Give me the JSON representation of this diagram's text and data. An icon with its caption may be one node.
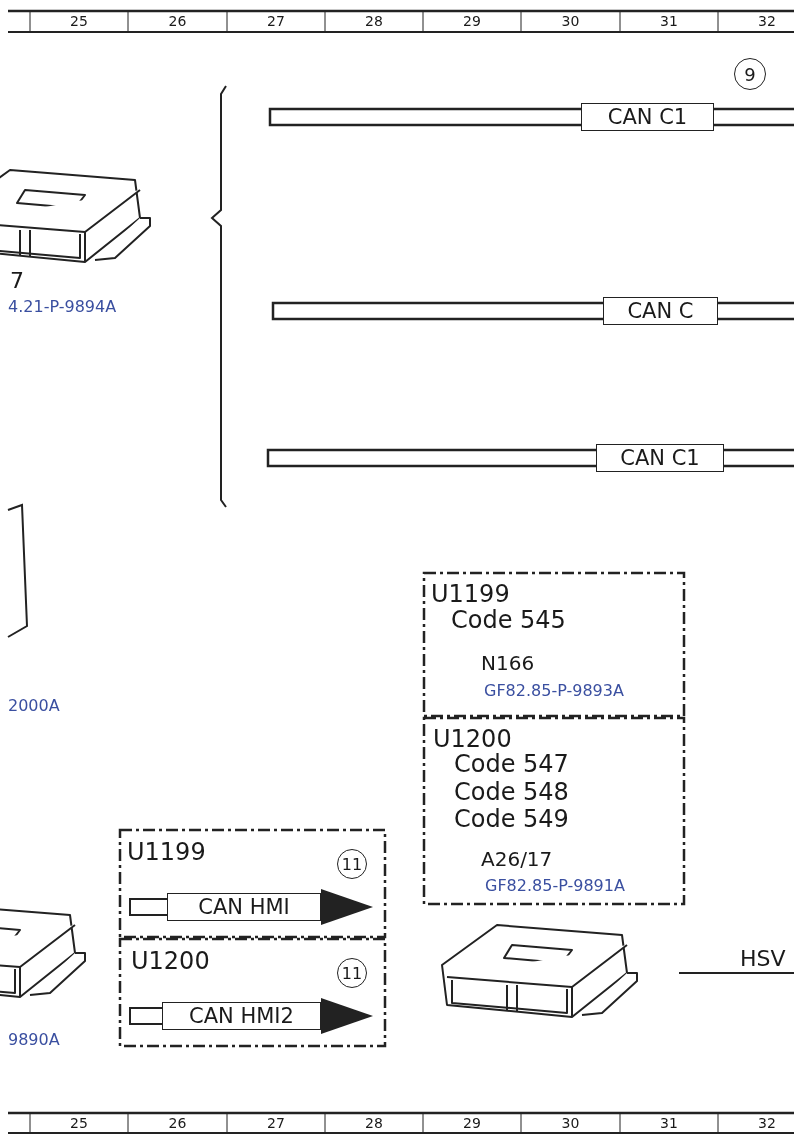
{
  "diagram": {
    "nodes": [
      {
        "text": [
          "9"
        ]
      },
      {
        "text": [
          "CAN C1"
        ]
      },
      {
        "text": [
          "CAN C"
        ]
      },
      {
        "text": [
          "CAN C1"
        ]
      },
      {
        "text": [
          "U1199",
          "Code 545",
          "N166",
          "GF82.85-P-9893A"
        ]
      },
      {
        "text": [
          "U1200",
          "Code 547",
          "Code 548",
          "Code 549",
          "A26/17",
          "GF82.85-P-9891A"
        ]
      },
      {
        "text": [
          "U1199"
        ]
      },
      {
        "text": [
          "11"
        ],
        "in": 6
      },
      {
        "text": [
          "CAN HMI"
        ],
        "in": 6
      },
      {
        "text": [
          "U1200"
        ]
      },
      {
        "text": [
          "11"
        ],
        "in": 9
      },
      {
        "text": [
          "CAN HMI2"
        ],
        "in": 9
      }
    ],
    "edges": [],
    "labels": [
      "25",
      "26",
      "27",
      "28",
      "29",
      "30",
      "31",
      "32",
      "7",
      "4.21-P-9894A",
      "2000A",
      "9890A",
      "HSV",
      "25",
      "26",
      "27",
      "28",
      "29",
      "30",
      "31",
      "32"
    ]
  }
}
